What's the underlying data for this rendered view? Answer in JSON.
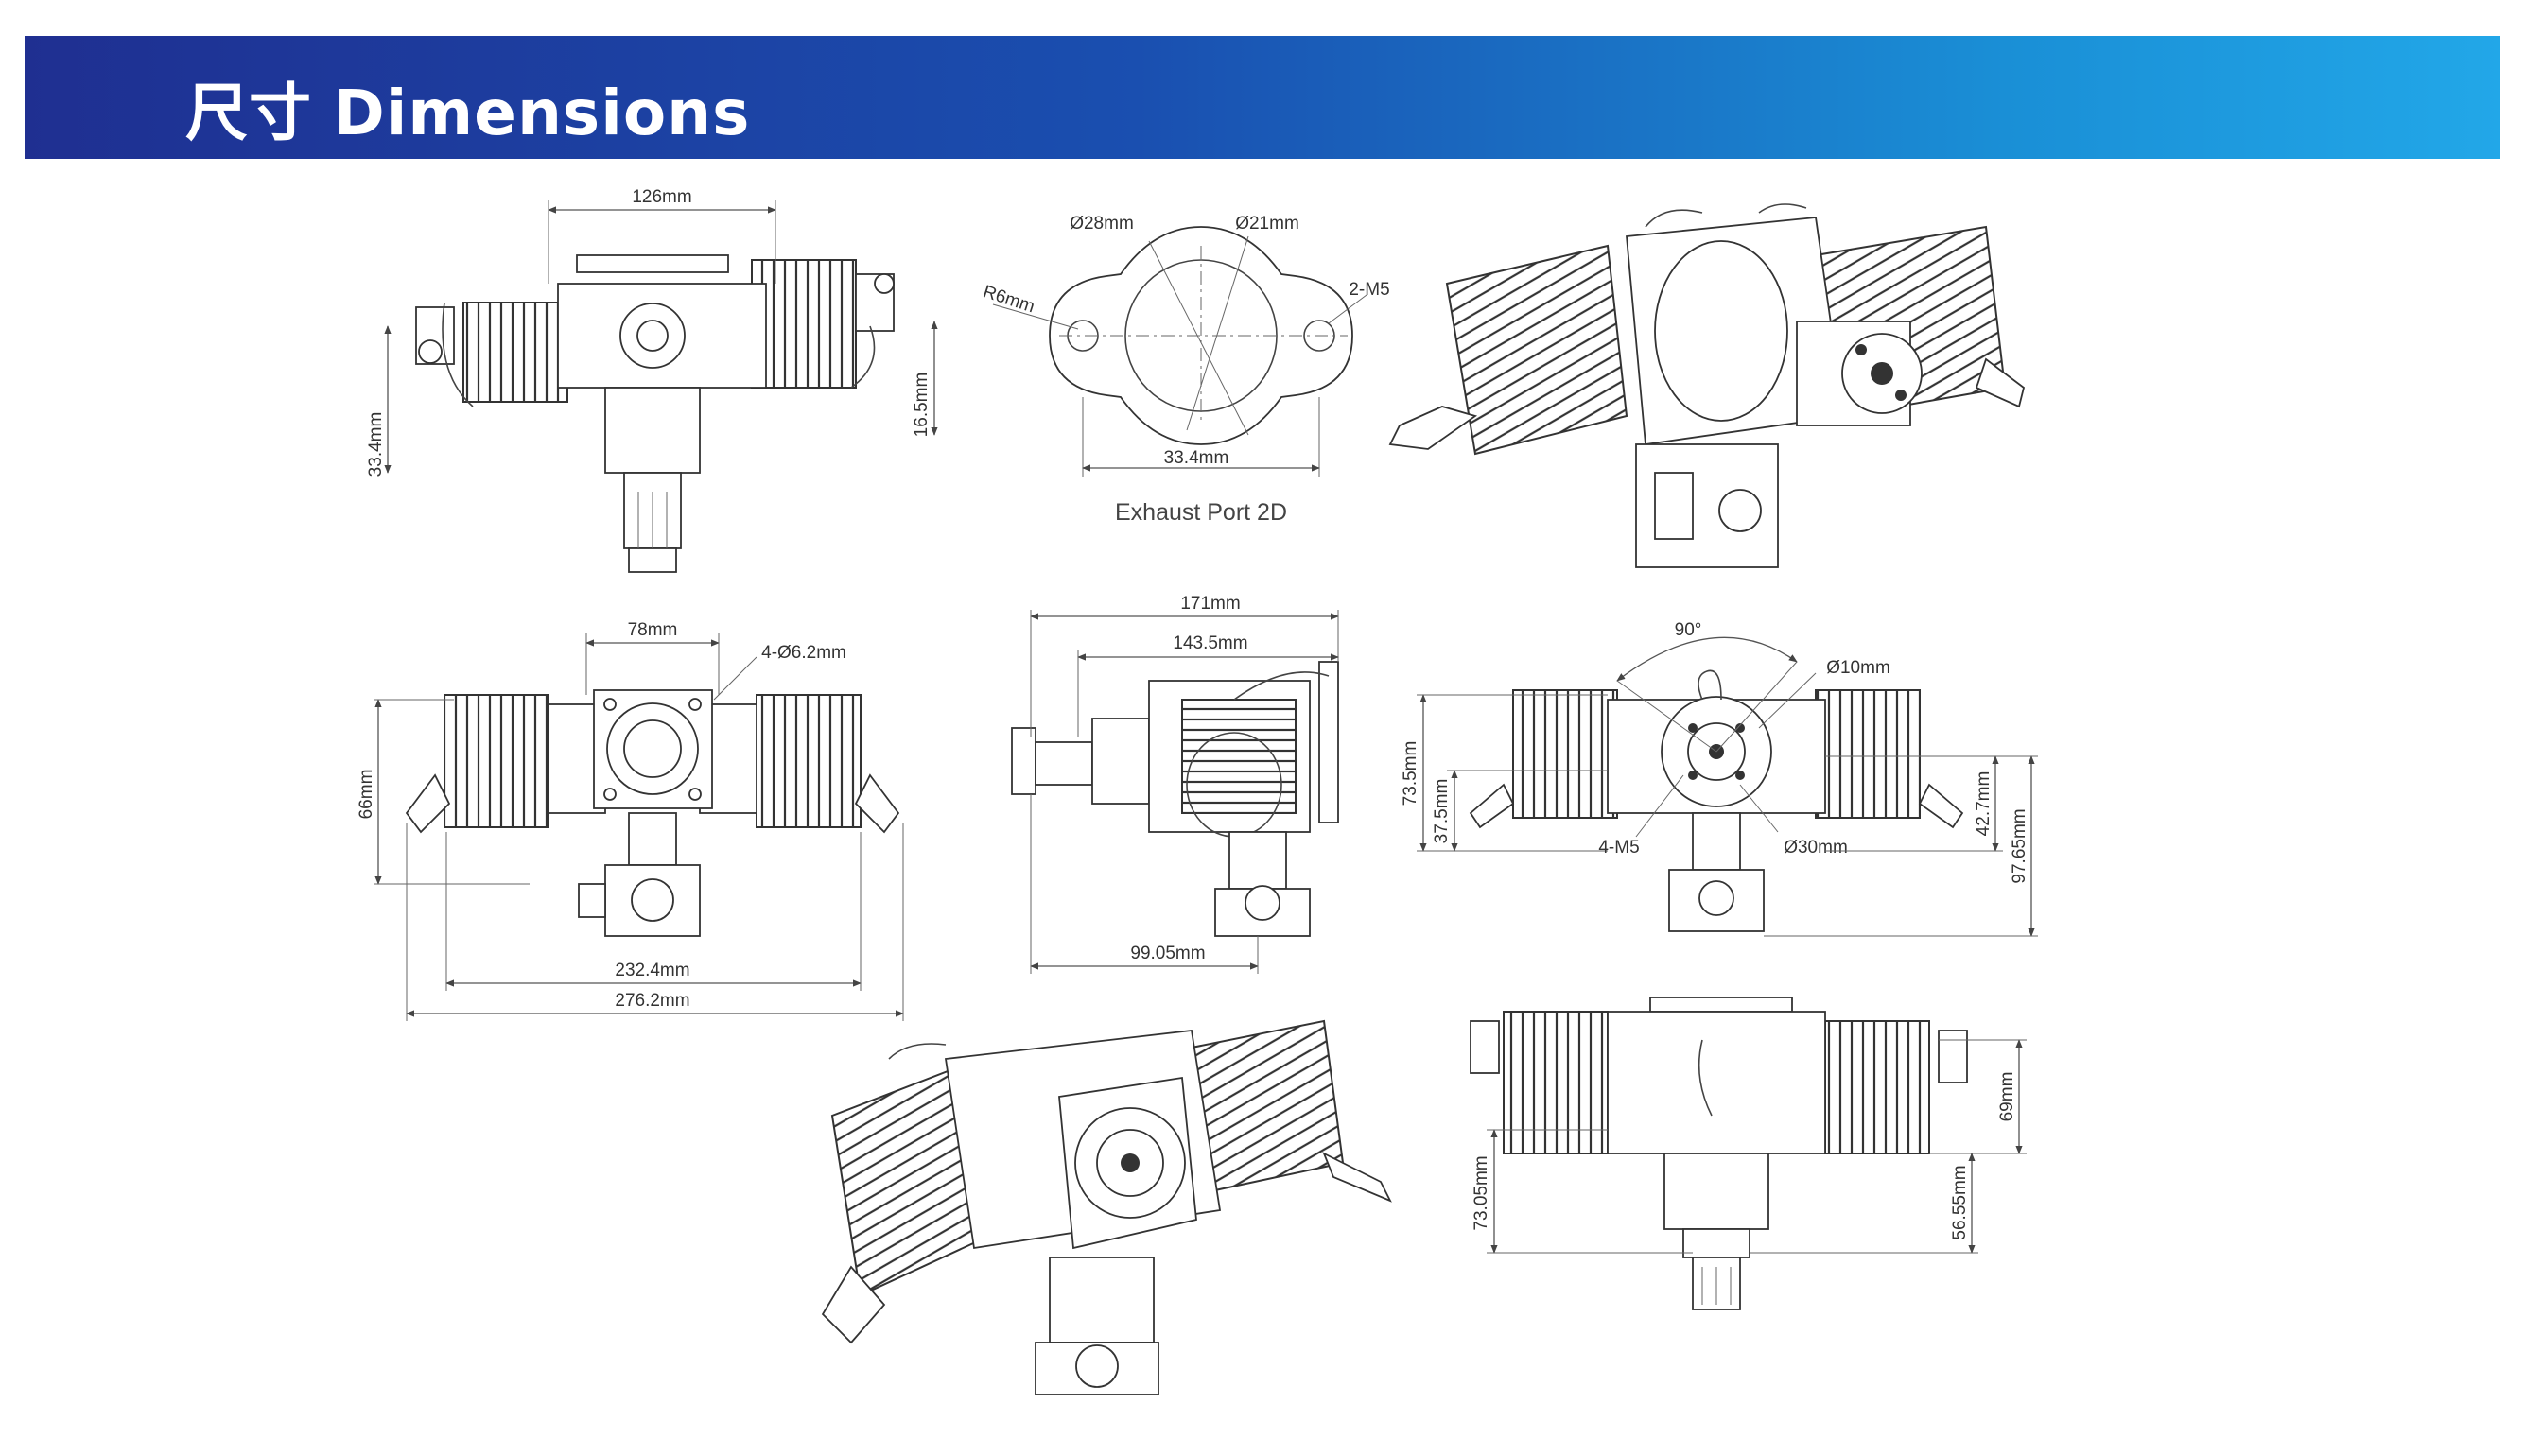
{
  "header": {
    "title_cn": "尺寸",
    "title_en": "Dimensions",
    "colors": {
      "banner_left": "#1f2f91",
      "banner_right": "#22a7e8",
      "title_text": "#ffffff"
    }
  },
  "views": {
    "top_view": {
      "width_label": "126mm",
      "left_height_label": "33.4mm",
      "right_height_label": "16.5mm"
    },
    "exhaust_port": {
      "caption": "Exhaust Port 2D",
      "dia_large": "Ø28mm",
      "dia_small": "Ø21mm",
      "radius": "R6mm",
      "screws": "2-M5",
      "spacing": "33.4mm"
    },
    "front_view": {
      "top_width": "78mm",
      "mount_holes": "4-Ø6.2mm",
      "height": "66mm",
      "inner_width": "232.4mm",
      "outer_width": "276.2mm"
    },
    "side_view": {
      "total_length": "171mm",
      "flange_length": "143.5mm",
      "base_length": "99.05mm"
    },
    "rear_view": {
      "angle": "90°",
      "bolt_dia": "Ø10mm",
      "height_a": "73.5mm",
      "height_b": "37.5mm",
      "screws": "4-M5",
      "circle_dia": "Ø30mm",
      "height_c": "42.7mm",
      "height_d": "97.65mm"
    },
    "bottom_right_view": {
      "left_height": "73.05mm",
      "right_height_a": "69mm",
      "right_height_b": "56.55mm"
    }
  },
  "illustrations": {
    "iso_top_right": "engine-isometric-rear",
    "iso_bottom": "engine-isometric-front"
  }
}
